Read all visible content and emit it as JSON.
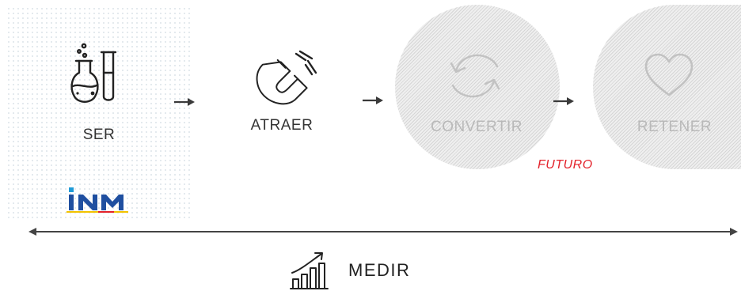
{
  "steps": [
    {
      "label": "SER",
      "icon": "lab-flasks-icon"
    },
    {
      "label": "ATRAER",
      "icon": "magnet-icon"
    },
    {
      "label": "CONVERTIR",
      "icon": "cycle-arrows-icon"
    },
    {
      "label": "RETENER",
      "icon": "heart-icon"
    }
  ],
  "future_note": "FUTURO",
  "logo_text": "iNM",
  "measure": {
    "label": "MEDIR",
    "icon": "growth-chart-icon"
  },
  "colors": {
    "text": "#333333",
    "faded_text": "#b9b9b9",
    "future_accent": "#e3222b",
    "logo_blue": "#1f4fa0",
    "logo_accent_red": "#e3222b",
    "logo_accent_yellow": "#f3c300"
  }
}
